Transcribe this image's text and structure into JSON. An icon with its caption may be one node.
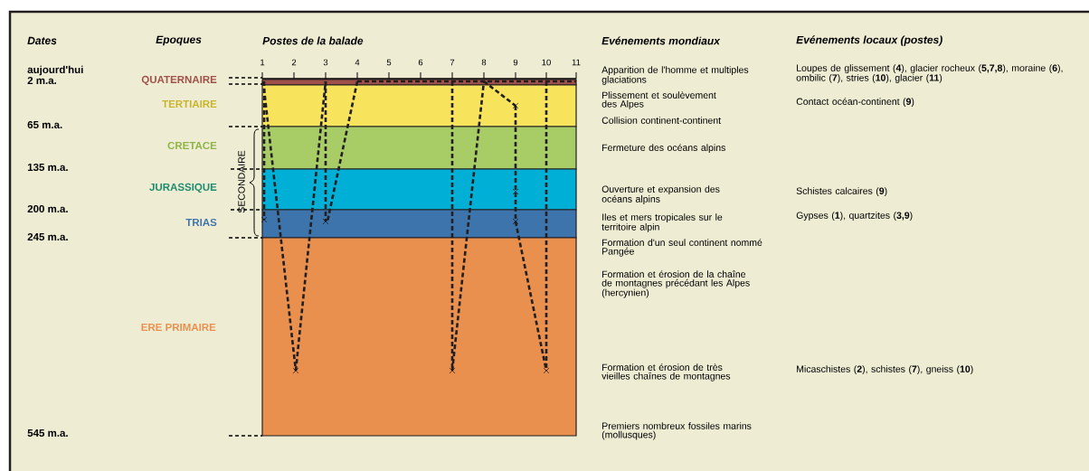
{
  "diagram": {
    "labels": [
      "Dates",
      "Epoques",
      "Postes de la balade",
      "Evénements mondiaux",
      "Evénements locaux (postes)",
      "1",
      "2",
      "3",
      "4",
      "5",
      "6",
      "7",
      "8",
      "9",
      "10",
      "11",
      "aujourd'hui",
      "2 m.a.",
      "QUATERNAIRE",
      "Apparition de l'homme et multiples glaciations",
      "Loupes de glissement (**4**), glacier rocheux (**5,7,8**), moraine (**6**), ombilic (**7**), stries (**10**), glacier (**11**)",
      "TERTIAIRE",
      "Plissement et soulèvement des Alpes",
      "Contact océan-continent (**9**)",
      "65 m.a.",
      "Collision continent-continent",
      "CRETACE",
      "Fermeture des océans alpins",
      "135 m.a.",
      "SECONDAIRE",
      "JURASSIQUE",
      "Ouverture et expansion des océans alpins",
      "Schistes calcaires (**9**)",
      "200 m.a.",
      "TRIAS",
      "Iles et mers tropicales sur le territoire alpin",
      "Gypses (**1**), quartzites (**3,9**)",
      "245 m.a.",
      "Formation d'un seul continent nommé Pangée",
      "Formation et érosion de la chaîne de montagnes précédant les Alpes (hercynien)",
      "ERE PRIMAIRE",
      "Formation et érosion de très vieilles chaînes de montagnes",
      "Micaschistes (**2**), schistes (**7**), gneiss (**10**)",
      "545 m.a.",
      "Premiers nombreux fossiles marins (mollusques)"
    ]
  }
}
